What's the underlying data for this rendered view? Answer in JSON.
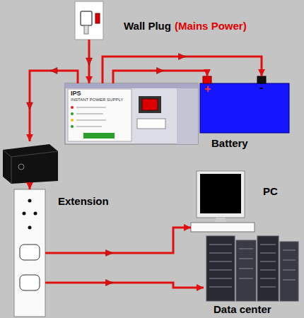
{
  "diagram": {
    "nodes": [
      {
        "text": [
          "Wall Plug",
          "(Mains Power)"
        ]
      },
      {
        "text": [
          "IPS",
          "INSTANT POWER SUPPLY"
        ]
      },
      {
        "text": [
          "Battery"
        ]
      },
      {
        "text": []
      },
      {
        "text": [
          "Extension"
        ]
      },
      {
        "text": [
          "PC"
        ]
      },
      {
        "text": [
          "Data center"
        ]
      }
    ],
    "edges": [
      {
        "from": 0,
        "to": 1,
        "arrow": "to"
      },
      {
        "from": 1,
        "to": 3,
        "arrow": "to"
      },
      {
        "from": 1,
        "to": 2,
        "arrow": "to"
      },
      {
        "from": 1,
        "to": 2,
        "arrow": "to"
      },
      {
        "from": 3,
        "to": 4,
        "arrow": "to"
      },
      {
        "from": 4,
        "to": 5,
        "arrow": "to"
      },
      {
        "from": 4,
        "to": 6,
        "arrow": "to"
      }
    ],
    "labels": [
      "+",
      "-"
    ]
  }
}
